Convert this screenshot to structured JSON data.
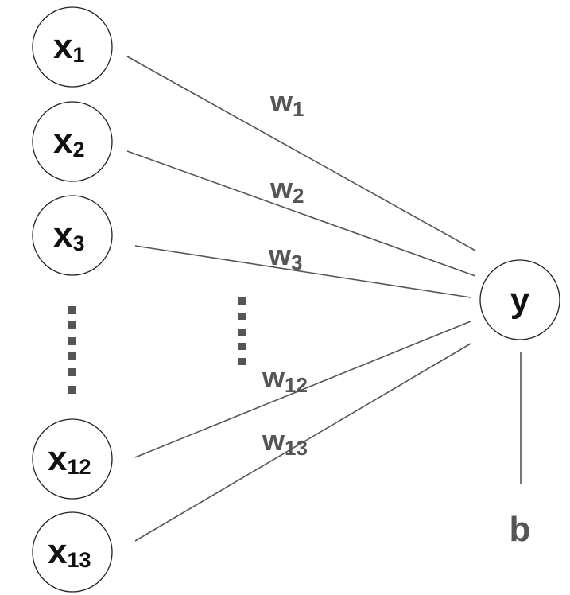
{
  "inputs": [
    {
      "var": "x",
      "sub": "1"
    },
    {
      "var": "x",
      "sub": "2"
    },
    {
      "var": "x",
      "sub": "3"
    },
    {
      "var": "x",
      "sub": "12"
    },
    {
      "var": "x",
      "sub": "13"
    }
  ],
  "weights": [
    {
      "var": "w",
      "sub": "1"
    },
    {
      "var": "w",
      "sub": "2"
    },
    {
      "var": "w",
      "sub": "3"
    },
    {
      "var": "w",
      "sub": "12"
    },
    {
      "var": "w",
      "sub": "13"
    }
  ],
  "output": {
    "var": "y"
  },
  "bias": {
    "label": "b"
  },
  "colors": {
    "edge": "#555555",
    "node_stroke": "#222222",
    "node_text": "#111111",
    "label_text": "#555555"
  }
}
